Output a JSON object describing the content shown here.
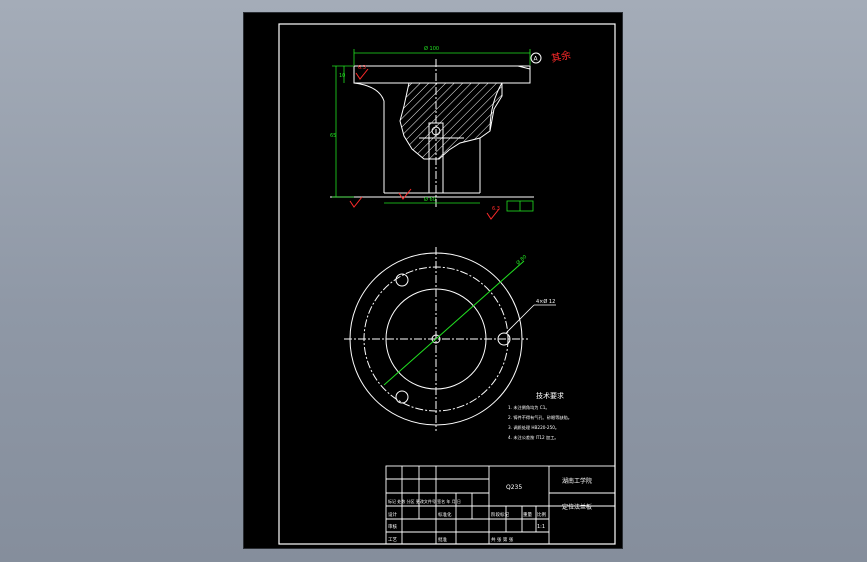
{
  "colors": {
    "background": "#959eab",
    "sheet": "#000000",
    "lines": "#ffffff",
    "dimension": "#21e021",
    "markup": "#ff2a2a",
    "hatch": "#ffffff"
  },
  "drawing": {
    "datum_label": "A",
    "annotation_red": "其余 ",
    "top_dim": "Ø 100",
    "bottom_dim": "Ø 60",
    "height_dim": "65",
    "flange_dim": "10",
    "left_roughness": "6.3",
    "right_roughness": "6.3",
    "bolt_callout_top": "4×Ø 12",
    "bolt_callout_bottom": "Ø 80"
  },
  "notes": {
    "title": "技术要求",
    "lines": [
      "1. 未注倒角均为 C1。",
      "2. 铸件不得有气孔、砂眼等缺陷。",
      "3. 调质处理 HB220-250。",
      "4. 未注公差按 IT12 加工。"
    ]
  },
  "title_block": {
    "material": "Q235",
    "school": "湖南工学院",
    "part_name": "定位法兰板",
    "row_mark": "标记 处数 分区 更改文件号 签名 年 月 日",
    "designer": "设计",
    "standard": "标准化",
    "stage": "阶段标记",
    "weight": "重量",
    "scale_label": "比例",
    "scale": "1:1",
    "review": "审核",
    "process": "工艺",
    "approve": "批准",
    "sheet_count": "共 张 第 张"
  }
}
